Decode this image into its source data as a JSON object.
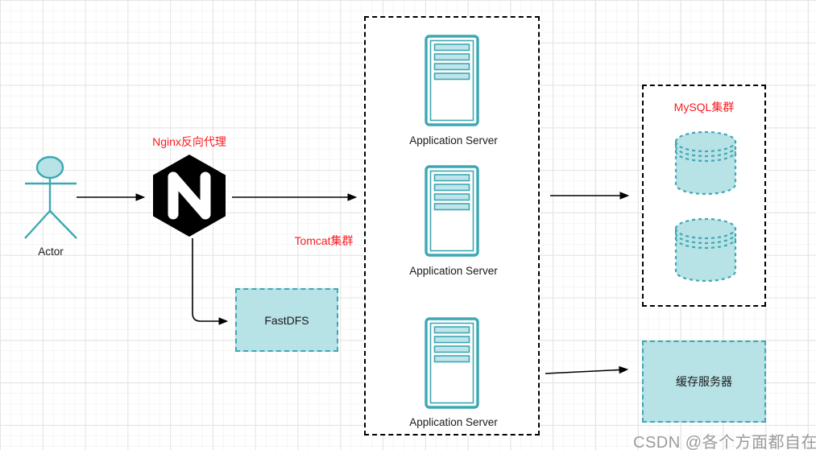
{
  "diagram": {
    "actor": {
      "label": "Actor"
    },
    "nginx": {
      "label": "Nginx反向代理",
      "letter": "N"
    },
    "fastdfs": {
      "label": "FastDFS"
    },
    "tomcat_cluster": {
      "label": "Tomcat集群",
      "servers": [
        {
          "label": "Application Server"
        },
        {
          "label": "Application Server"
        },
        {
          "label": "Application Server"
        }
      ]
    },
    "mysql_cluster": {
      "label": "MySQL集群",
      "database_count": 2
    },
    "cache": {
      "label": "缓存服务器"
    },
    "watermark": "CSDN @各个方面都自在",
    "colors": {
      "teal_stroke": "#3da8b2",
      "teal_fill": "#b7e2e6",
      "red_label": "#fb1a20",
      "connector_black": "#000000",
      "watermark_gray": "#9b9b9b"
    }
  }
}
